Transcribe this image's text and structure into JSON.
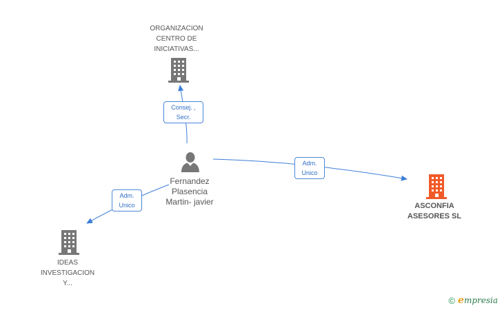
{
  "nodes": {
    "top_company": {
      "lines": [
        "ORGANIZACION",
        "CENTRO DE",
        "INICIATIVAS..."
      ],
      "icon": "building-icon",
      "color": "#777777"
    },
    "person": {
      "lines": [
        "Fernandez",
        "Plasencia",
        "Martin- javier"
      ],
      "icon": "person-icon",
      "color": "#777777"
    },
    "focus_company": {
      "lines": [
        "ASCONFIA",
        "ASESORES SL"
      ],
      "icon": "building-icon",
      "color": "#f05a28"
    },
    "bottom_company": {
      "lines": [
        "IDEAS",
        "INVESTIGACION",
        "Y..."
      ],
      "icon": "building-icon",
      "color": "#777777"
    }
  },
  "edges": {
    "to_top": {
      "lines": [
        "Consej. ,",
        "Secr."
      ]
    },
    "to_focus": {
      "lines": [
        "Adm.",
        "Unico"
      ]
    },
    "to_bottom": {
      "lines": [
        "Adm.",
        "Unico"
      ]
    }
  },
  "colors": {
    "edge": "#3b7dd8",
    "edge_label_text": "#2f6fc6"
  },
  "footer": {
    "copyright_symbol": "©",
    "brand_initial": "e",
    "brand_rest": "mpresia"
  }
}
